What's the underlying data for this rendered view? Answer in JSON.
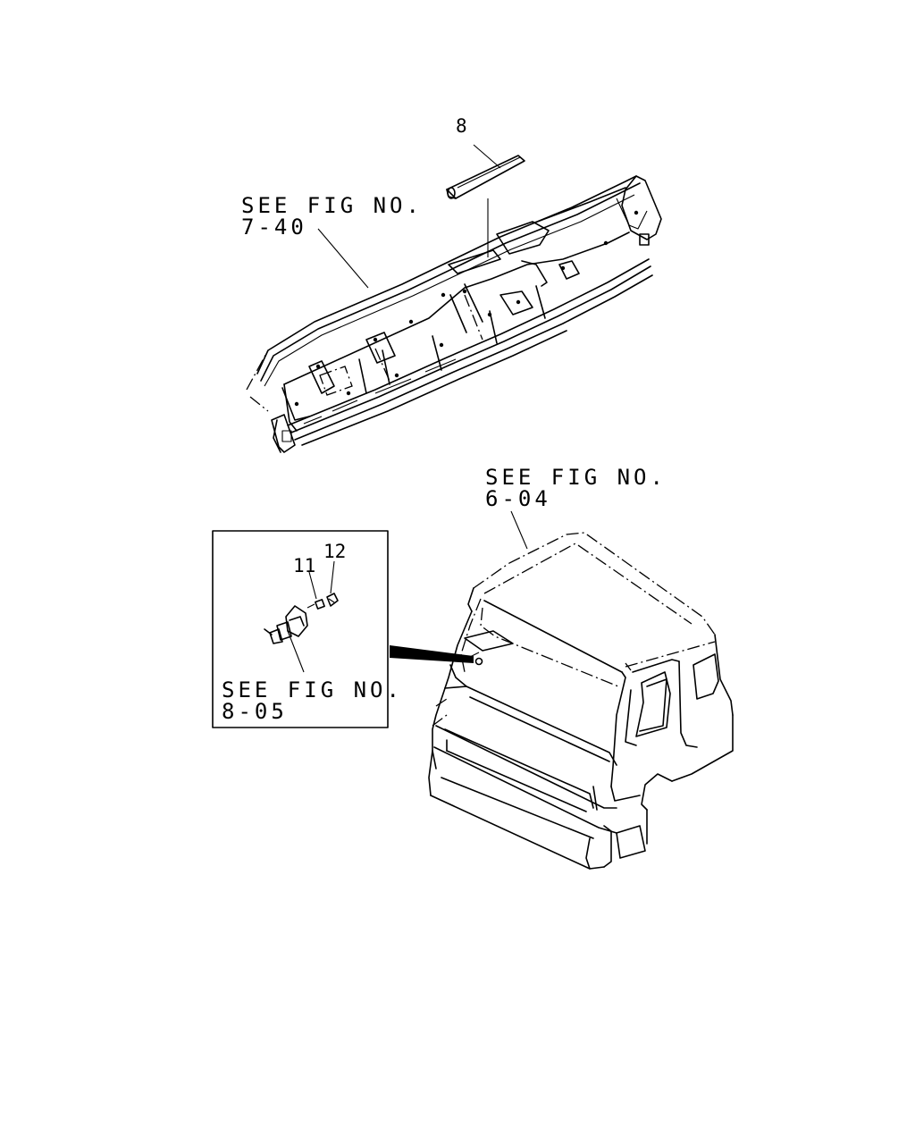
{
  "callouts": {
    "part_8": "8",
    "part_11": "11",
    "part_12": "12"
  },
  "references": {
    "dashboard": {
      "line1": "SEE FIG NO.",
      "line2": "7-40"
    },
    "cab": {
      "line1": "SEE FIG NO.",
      "line2": "6-04"
    },
    "inset": {
      "line1": "SEE FIG NO.",
      "line2": "8-05"
    }
  },
  "colors": {
    "ink": "#000000",
    "paper": "#ffffff"
  }
}
